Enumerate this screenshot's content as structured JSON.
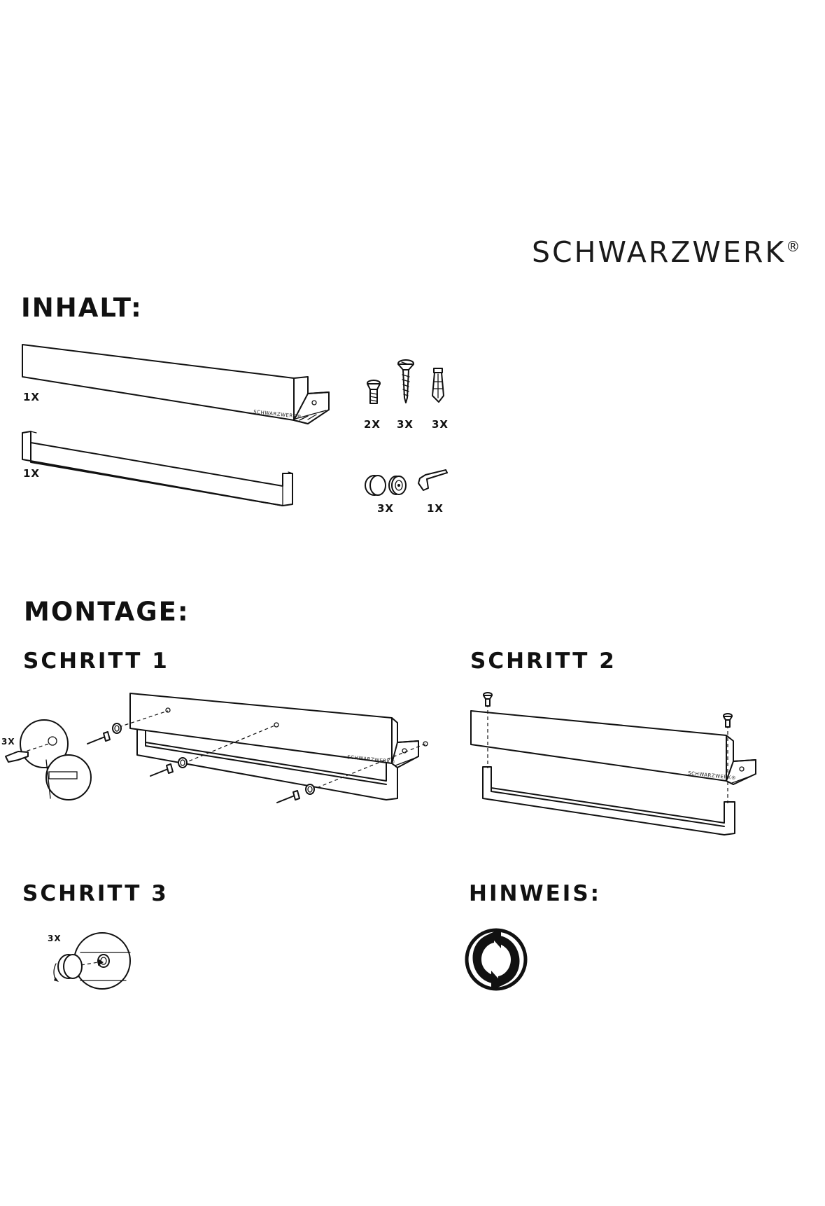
{
  "brand": {
    "name": "SCHWARZWERK",
    "mark": "®"
  },
  "contents": {
    "heading": "INHALT:",
    "shelf": {
      "qty": "1X",
      "engraving": "SCHWARZWERK®"
    },
    "rail": {
      "qty": "1X"
    },
    "small_screws": {
      "qty": "2X"
    },
    "wood_screws": {
      "qty": "3X"
    },
    "wall_plugs": {
      "qty": "3X"
    },
    "caps": {
      "qty": "3X"
    },
    "hex_key": {
      "qty": "1X"
    }
  },
  "assembly": {
    "heading": "MONTAGE:",
    "step1": {
      "title": "SCHRITT 1",
      "qty": "3X",
      "engraving": "SCHWARZWERK®"
    },
    "step2": {
      "title": "SCHRITT 2",
      "engraving": "SCHWARZWERK®"
    },
    "step3": {
      "title": "SCHRITT 3",
      "qty": "3X"
    },
    "note": {
      "title": "HINWEIS:",
      "icon": "green-dot-recycling-icon"
    }
  }
}
